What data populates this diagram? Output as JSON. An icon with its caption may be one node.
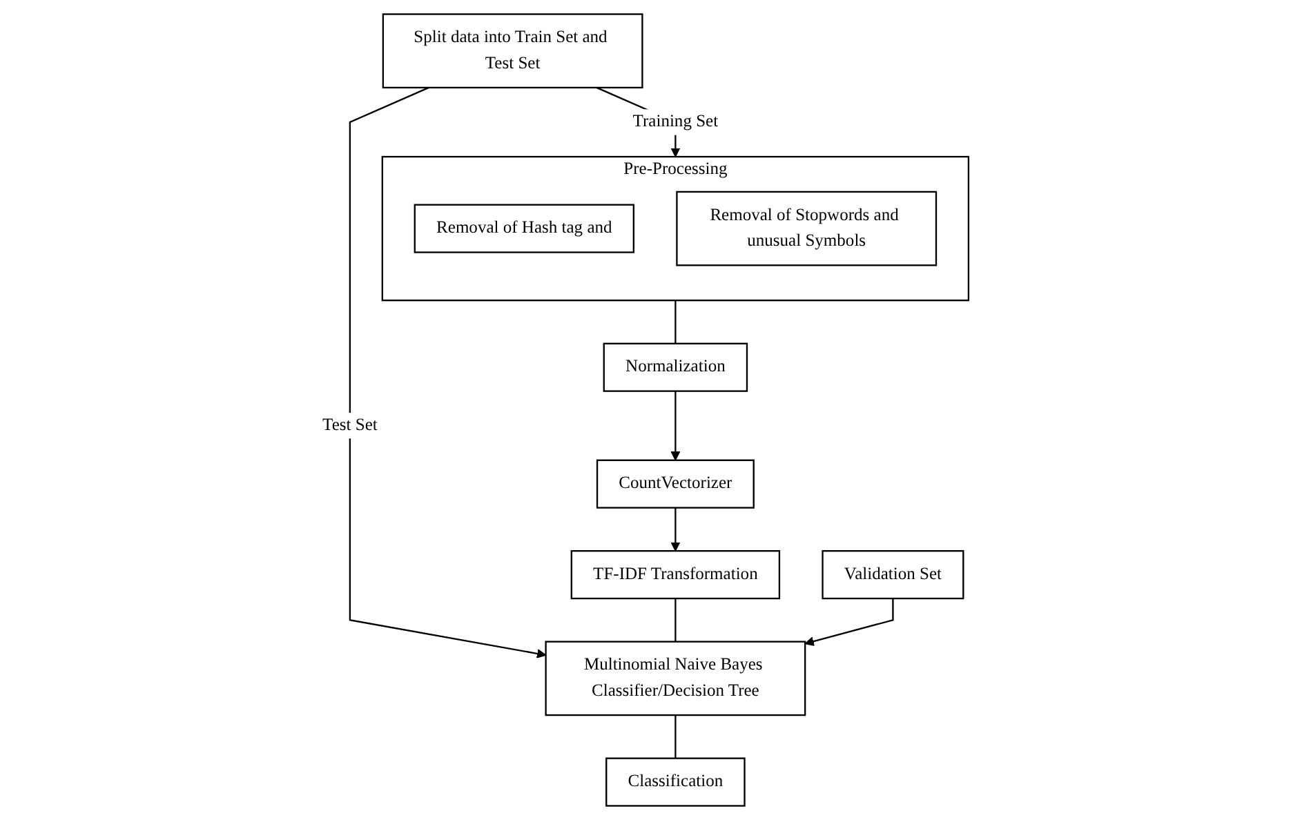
{
  "diagram": {
    "nodes": [
      {
        "text": [
          "Split data into Train Set and Test Set"
        ]
      },
      {
        "text": [
          "Pre-Processing"
        ]
      },
      {
        "text": [
          "Removal of Hash tag and"
        ],
        "in": 1
      },
      {
        "text": [
          "Removal of Stopwords and unusual Symbols"
        ],
        "in": 1
      },
      {
        "text": [
          "Normalization"
        ]
      },
      {
        "text": [
          "CountVectorizer"
        ]
      },
      {
        "text": [
          "TF-IDF Transformation"
        ]
      },
      {
        "text": [
          "Multinomial Naive Bayes Classifier/Decision Tree"
        ]
      },
      {
        "text": [
          "Validation Set"
        ]
      },
      {
        "text": [
          "Classification"
        ]
      }
    ],
    "edges": [
      {
        "from": 0,
        "to": 1,
        "arrow": "to",
        "label": "Training Set"
      },
      {
        "from": 0,
        "to": 7,
        "arrow": "to",
        "label": "Test Set"
      },
      {
        "from": 1,
        "to": 4,
        "arrow": "none"
      },
      {
        "from": 4,
        "to": 5,
        "arrow": "to"
      },
      {
        "from": 5,
        "to": 6,
        "arrow": "to"
      },
      {
        "from": 6,
        "to": 7,
        "arrow": "none"
      },
      {
        "from": 8,
        "to": 7,
        "arrow": "to"
      },
      {
        "from": 7,
        "to": 9,
        "arrow": "none"
      }
    ]
  }
}
